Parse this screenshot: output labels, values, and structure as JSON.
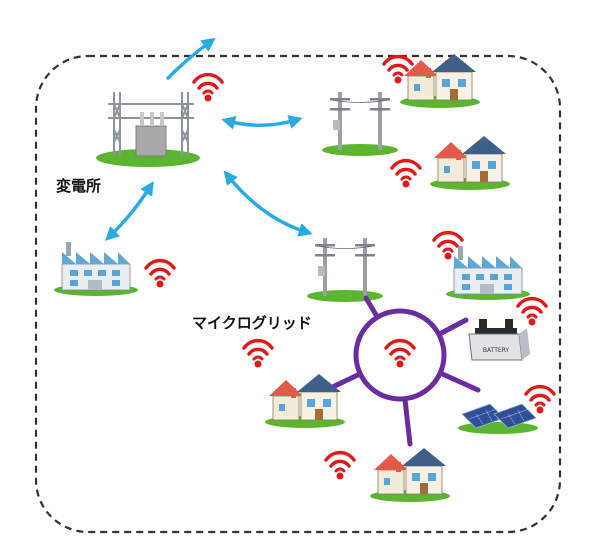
{
  "labels": {
    "substation": "変電所",
    "microgrid": "マイクログリッド",
    "battery": "BATTERY"
  },
  "icons": {
    "wifi": "wireless-signal-icon",
    "substation": "substation-icon",
    "utility_pole": "utility-pole-icon",
    "house": "house-icon",
    "factory": "factory-icon",
    "battery": "battery-icon",
    "solar": "solar-panel-icon"
  },
  "colors": {
    "arrow": "#29abe2",
    "ring": "#6a2c9e",
    "signal": "#e0191b",
    "grass": "#5cb531",
    "border": "#333333"
  }
}
